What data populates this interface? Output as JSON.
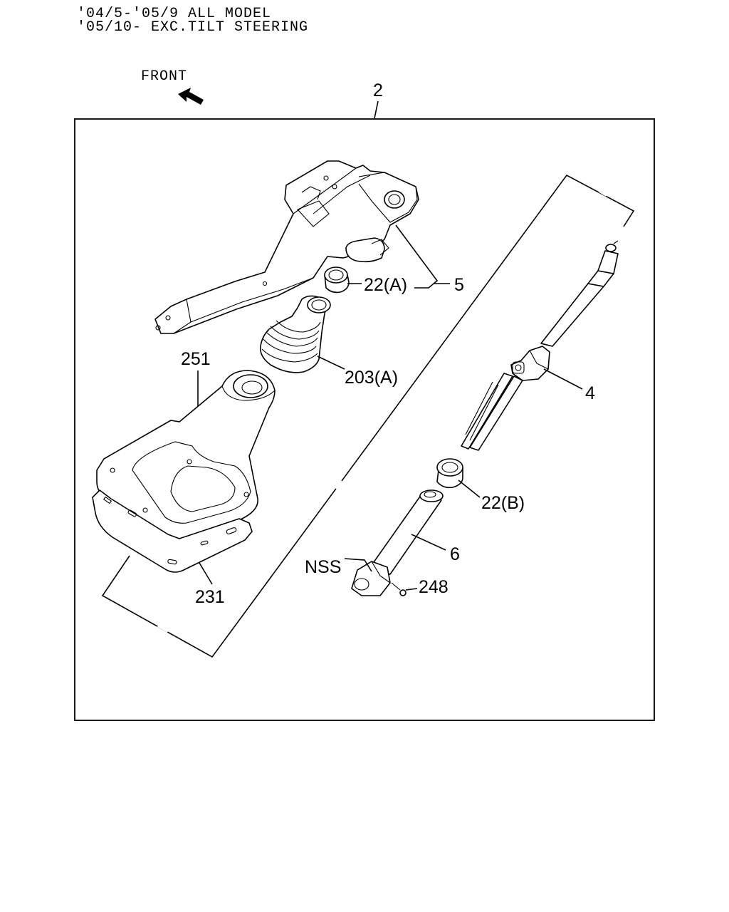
{
  "header": {
    "line1": "'04/5-'05/9 ALL MODEL",
    "line2": "'05/10- EXC.TILT STEERING"
  },
  "direction": {
    "label": "FRONT",
    "icon": "arrow-up-left-icon"
  },
  "callouts": [
    {
      "id": "assembly",
      "text": "2"
    },
    {
      "id": "bracket",
      "text": "5"
    },
    {
      "id": "bushing-a",
      "text": "22(A)"
    },
    {
      "id": "boot-a",
      "text": "203(A)"
    },
    {
      "id": "shaft-upper",
      "text": "4"
    },
    {
      "id": "cover",
      "text": "251"
    },
    {
      "id": "bushing-b",
      "text": "22(B)"
    },
    {
      "id": "shaft-lower",
      "text": "6"
    },
    {
      "id": "nss",
      "text": "NSS"
    },
    {
      "id": "bolt",
      "text": "248"
    },
    {
      "id": "gasket",
      "text": "231"
    }
  ]
}
